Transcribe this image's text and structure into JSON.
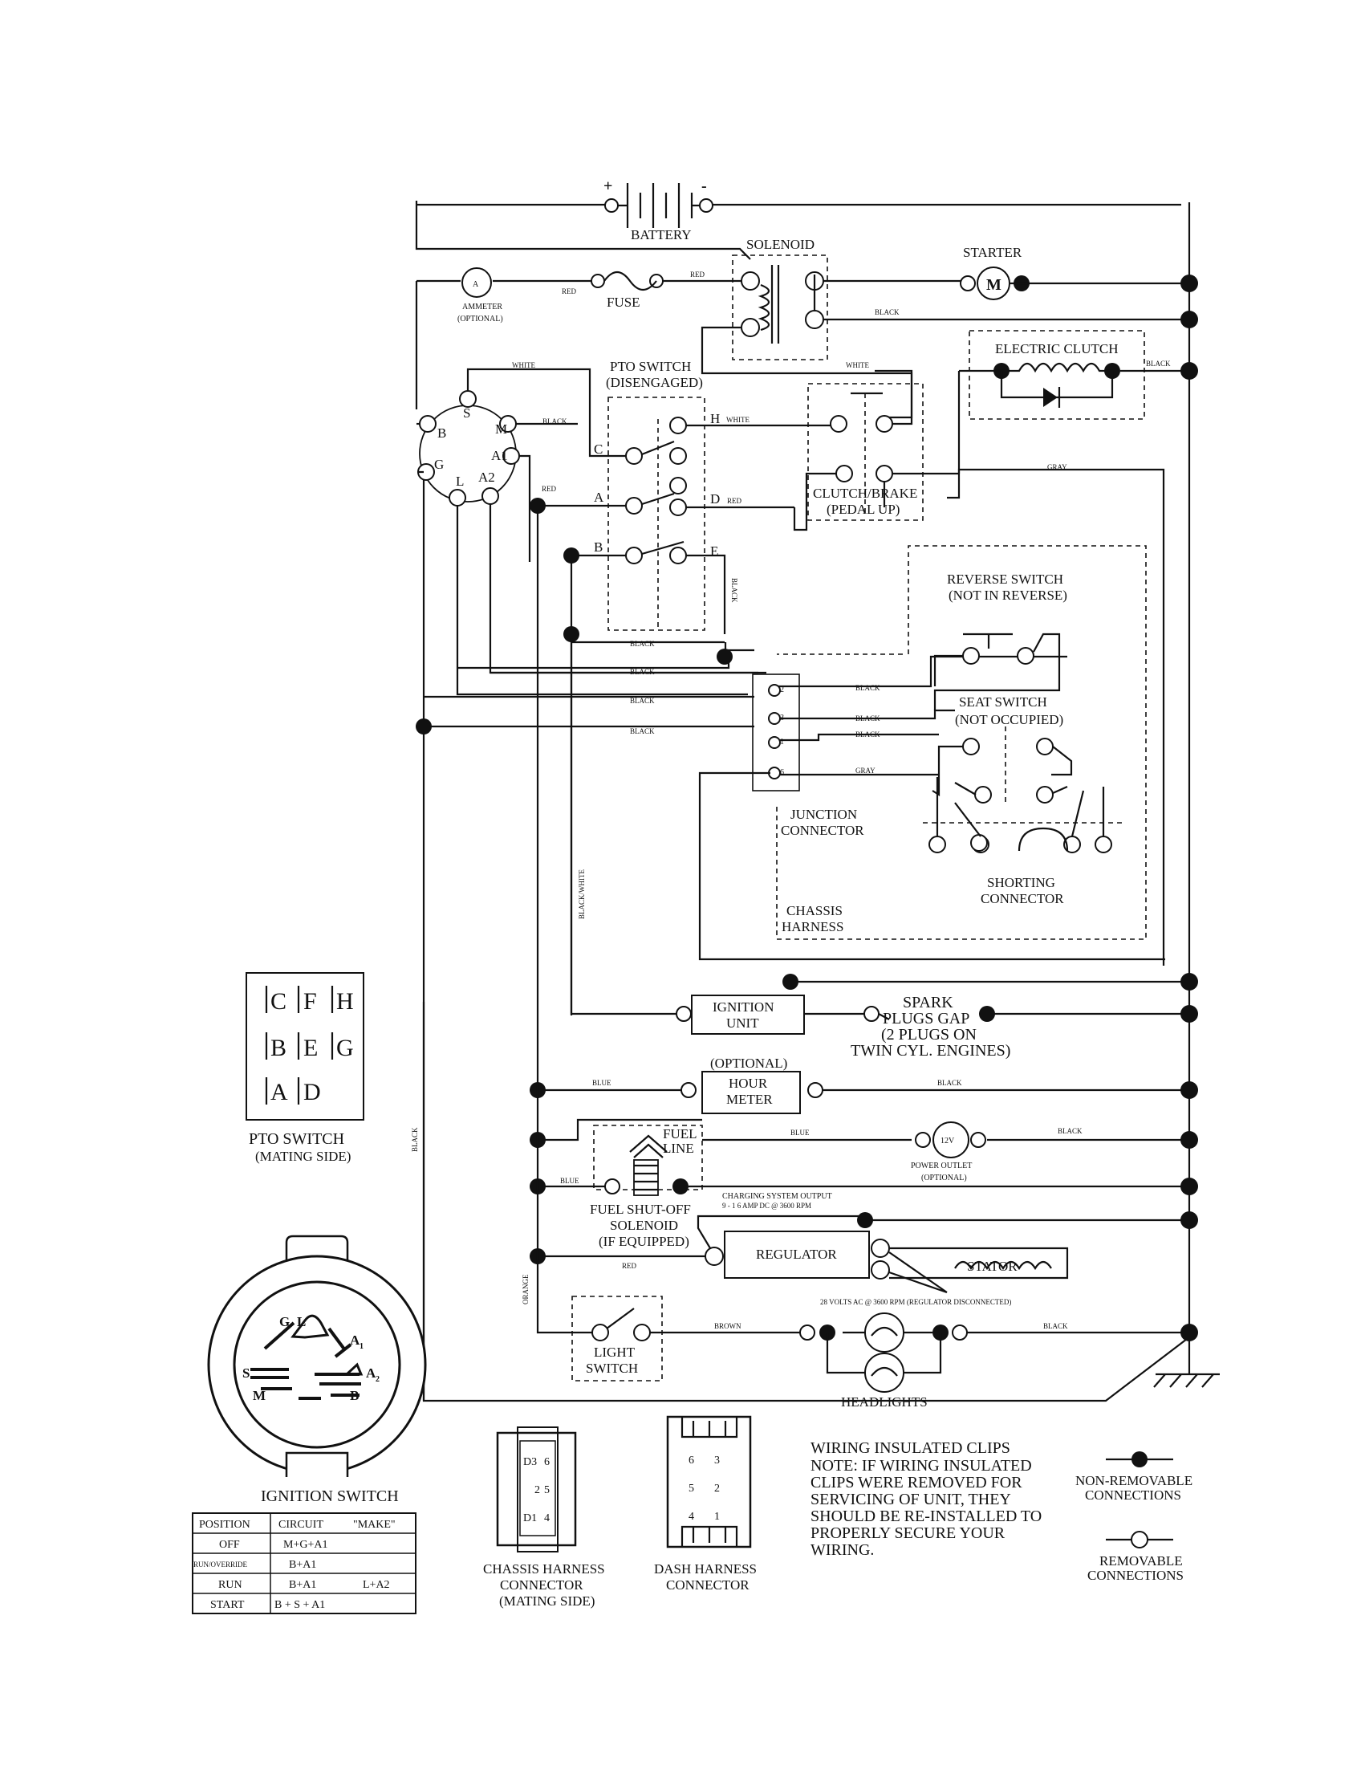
{
  "components": {
    "battery": "BATTERY",
    "battery_plus": "+",
    "battery_minus": "-",
    "solenoid": "SOLENOID",
    "starter": "STARTER",
    "starter_symbol": "M",
    "ammeter_symbol": "A",
    "ammeter": "AMMETER",
    "ammeter_optional": "(OPTIONAL)",
    "fuse": "FUSE",
    "electric_clutch": "ELECTRIC CLUTCH",
    "pto_switch": "PTO SWITCH",
    "pto_switch_state": "(DISENGAGED)",
    "clutch_brake": "CLUTCH/BRAKE",
    "clutch_brake_state": "(PEDAL UP)",
    "reverse_switch": "REVERSE SWITCH",
    "reverse_switch_state": "(NOT IN REVERSE)",
    "seat_switch": "SEAT SWITCH",
    "seat_switch_state": "(NOT OCCUPIED)",
    "junction_connector_1": "JUNCTION",
    "junction_connector_2": "CONNECTOR",
    "shorting_connector_1": "SHORTING",
    "shorting_connector_2": "CONNECTOR",
    "chassis_harness_1": "CHASSIS",
    "chassis_harness_2": "HARNESS",
    "ignition_unit_1": "IGNITION",
    "ignition_unit_2": "UNIT",
    "spark_1": "SPARK",
    "spark_2": "PLUGS GAP",
    "spark_3": "(2 PLUGS ON",
    "spark_4": "TWIN CYL. ENGINES)",
    "hour_meter_optional": "(OPTIONAL)",
    "hour_meter_1": "HOUR",
    "hour_meter_2": "METER",
    "fuel_line_1": "FUEL",
    "fuel_line_2": "LINE",
    "power_outlet_symbol": "12V",
    "power_outlet": "POWER OUTLET",
    "power_outlet_optional": "(OPTIONAL)",
    "fuel_solenoid_1": "FUEL SHUT-OFF",
    "fuel_solenoid_2": "SOLENOID",
    "fuel_solenoid_3": "(IF EQUIPPED)",
    "charging_1": "CHARGING SYSTEM OUTPUT",
    "charging_2": "9 - 1 6 AMP DC @ 3600 RPM",
    "regulator": "REGULATOR",
    "stator": "STATOR",
    "stator_volts": "28 VOLTS AC @ 3600 RPM (REGULATOR DISCONNECTED)",
    "light_switch_1": "LIGHT",
    "light_switch_2": "SWITCH",
    "headlights": "HEADLIGHTS"
  },
  "terminals": {
    "pto_C": "C",
    "pto_A": "A",
    "pto_B": "B",
    "pto_H": "H",
    "pto_D": "D",
    "pto_E": "E",
    "ign_S": "S",
    "ign_M": "M",
    "ign_B": "B",
    "ign_A1": "A1",
    "ign_G": "G",
    "ign_L": "L",
    "ign_A2": "A2",
    "jc_2": "2",
    "jc_3": "3",
    "jc_1": "1",
    "jc_6": "6"
  },
  "wire_colors": {
    "red": "RED",
    "black": "BLACK",
    "white": "WHITE",
    "gray": "GRAY",
    "blue": "BLUE",
    "brown": "BROWN",
    "orange": "ORANGE",
    "black_white": "BLACK/WHITE"
  },
  "pto_mating": {
    "title": "PTO SWITCH",
    "subtitle": "(MATING SIDE)",
    "pins": [
      "C",
      "F",
      "H",
      "B",
      "E",
      "G",
      "A",
      "D"
    ]
  },
  "ignition_switch": {
    "title": "IGNITION SWITCH",
    "face_labels": {
      "G": "G",
      "L": "L",
      "A1": "A",
      "A1_sub": "1",
      "S": "S",
      "A2": "A",
      "A2_sub": "2",
      "M": "M",
      "B": "B"
    },
    "table": {
      "headers": [
        "POSITION",
        "CIRCUIT",
        "\"MAKE\""
      ],
      "rows": [
        {
          "position": "OFF",
          "circuit": "M+G+A1",
          "extra": ""
        },
        {
          "position": "RUN/OVERRIDE",
          "circuit": "B+A1",
          "extra": ""
        },
        {
          "position": "RUN",
          "circuit": "B+A1",
          "extra": "L+A2"
        },
        {
          "position": "START",
          "circuit": "B + S + A1",
          "extra": ""
        }
      ]
    }
  },
  "connectors": {
    "chassis_title": "CHASSIS HARNESS",
    "chassis_title_2": "CONNECTOR",
    "chassis_title_3": "(MATING SIDE)",
    "chassis_pins": [
      "D3",
      "6",
      "2",
      "5",
      "D1",
      "4"
    ],
    "dash_title": "DASH HARNESS",
    "dash_title_2": "CONNECTOR",
    "dash_pins": [
      "6",
      "3",
      "5",
      "2",
      "4",
      "1"
    ]
  },
  "notes": {
    "heading": "WIRING INSULATED CLIPS",
    "lines": [
      "NOTE:  IF WIRING INSULATED",
      "CLIPS WERE REMOVED FOR",
      "SERVICING OF UNIT, THEY",
      "SHOULD BE RE-INSTALLED TO",
      "PROPERLY SECURE YOUR",
      "WIRING."
    ]
  },
  "legend": {
    "non_removable_1": "NON-REMOVABLE",
    "non_removable_2": "CONNECTIONS",
    "removable_1": "REMOVABLE",
    "removable_2": "CONNECTIONS"
  }
}
